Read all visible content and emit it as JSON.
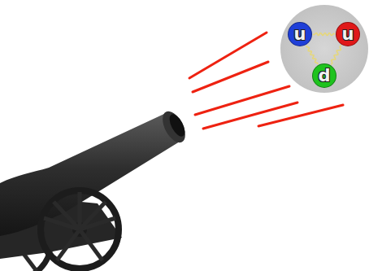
{
  "diagram": {
    "nodes": [
      {
        "text": [
          "u"
        ]
      },
      {
        "text": [
          "u"
        ]
      },
      {
        "text": [
          "d"
        ]
      }
    ],
    "edges": [
      {
        "from": 0,
        "to": 1,
        "arrow": "none"
      },
      {
        "from": 0,
        "to": 2,
        "arrow": "none"
      },
      {
        "from": 1,
        "to": 2,
        "arrow": "none"
      }
    ]
  }
}
